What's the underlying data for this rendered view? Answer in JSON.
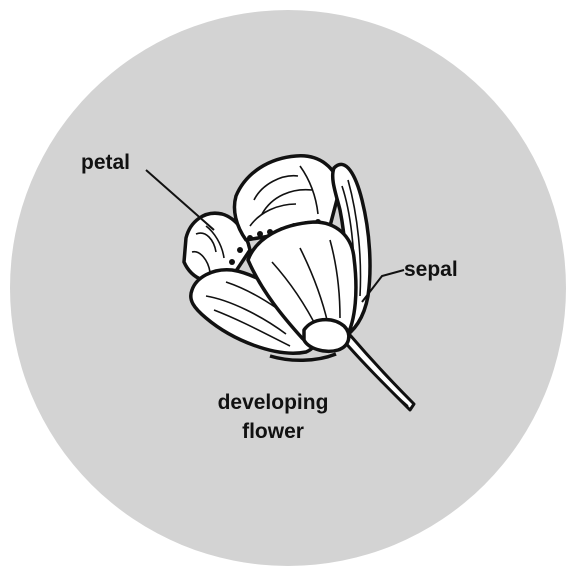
{
  "diagram": {
    "labels": {
      "petal": "petal",
      "sepal": "sepal",
      "developing_line1": "developing",
      "developing_line2": "flower"
    }
  },
  "colors": {
    "background_circle": "#d3d3d3",
    "line": "#111111",
    "petal_fill": "#ffffff"
  }
}
